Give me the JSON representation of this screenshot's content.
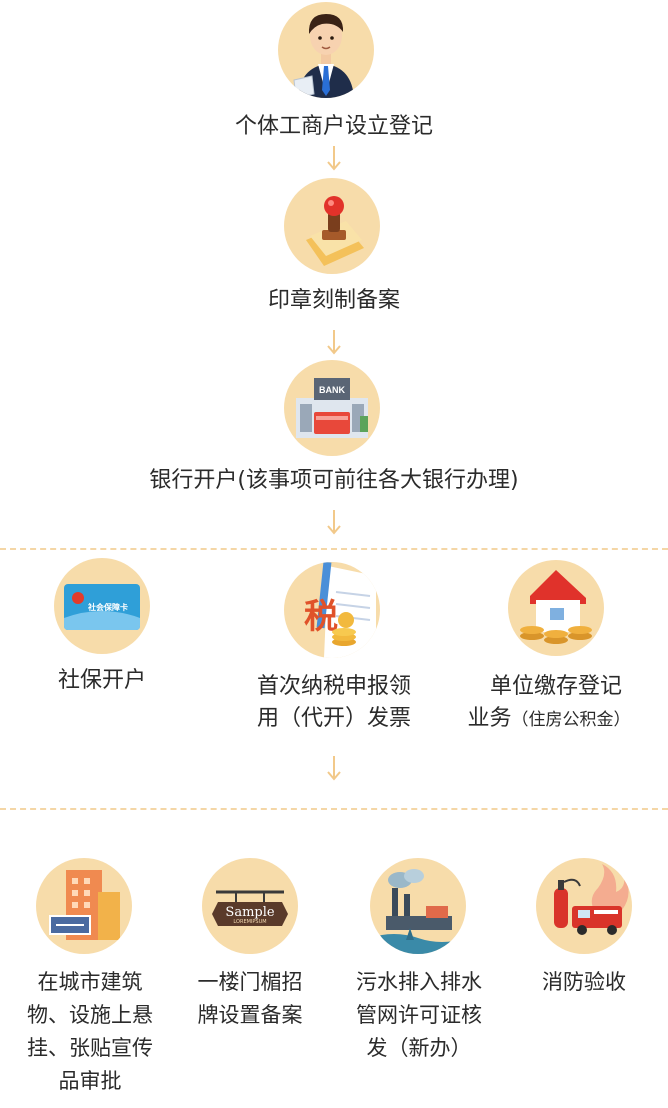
{
  "steps": {
    "s1": "个体工商户设立登记",
    "s2": "印章刻制备案",
    "s3": "银行开户(该事项可前往各大银行办理)"
  },
  "group1": {
    "social": "社保开户",
    "tax_line1": "首次纳税申报领",
    "tax_line2": "用（代开）发票",
    "fund_line1": "单位缴存登记",
    "fund_line2_main": "业务",
    "fund_line2_sub": "（住房公积金）"
  },
  "group2": {
    "signs_line1": "在城市建筑",
    "signs_line2": "物、设施上悬",
    "signs_line3": "挂、张贴宣传",
    "signs_line4": "品审批",
    "door_line1": "一楼门楣招",
    "door_line2": "牌设置备案",
    "sewage_line1": "污水排入排水",
    "sewage_line2": "管网许可证核",
    "sewage_line3": "发（新办）",
    "fire": "消防验收"
  },
  "icon_text": {
    "bank": "BANK",
    "card": "社会保障卡",
    "tax": "税",
    "sample": "Sample",
    "sample_sub": "LOREMIPSUM"
  },
  "colors": {
    "circle_bg": "#f7dcaa",
    "divider": "#f4d6a6",
    "arrow": "#f2c98a",
    "text": "#2b2b2b"
  }
}
